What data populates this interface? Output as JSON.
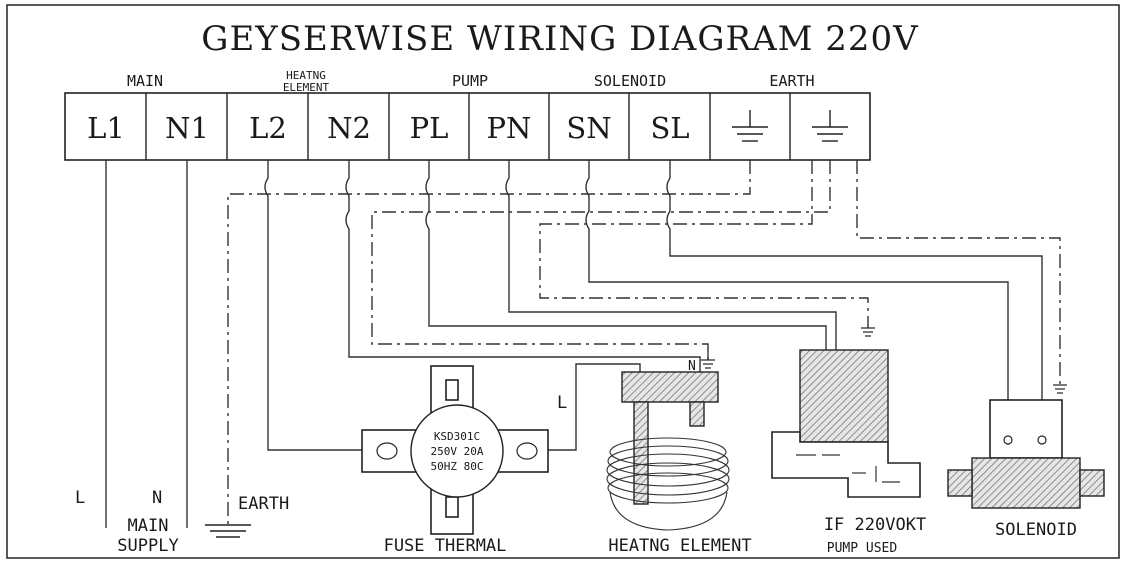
{
  "title": "GEYSERWISE WIRING DIAGRAM 220V",
  "groups": {
    "main": "MAIN",
    "heating_line1": "HEATNG",
    "heating_line2": "ELEMENT",
    "pump": "PUMP",
    "solenoid": "SOLENOID",
    "earth": "EARTH"
  },
  "terminals": [
    "L1",
    "N1",
    "L2",
    "N2",
    "PL",
    "PN",
    "SN",
    "SL"
  ],
  "supply": {
    "l": "L",
    "n": "N",
    "earth": "EARTH",
    "label_line1": "MAIN",
    "label_line2": "SUPPLY"
  },
  "fuse": {
    "line1": "KSD301C",
    "line2": "250V 20A",
    "line3": "50HZ 80C",
    "label": "FUSE THERMAL"
  },
  "element": {
    "l": "L",
    "n": "N",
    "label": "HEATNG ELEMENT"
  },
  "pump": {
    "label_line1": "IF 220VOKT",
    "label_line2": "PUMP USED"
  },
  "solenoid": {
    "label": "SOLENOID"
  },
  "colors": {
    "line": "#333333",
    "hatch": "#777777"
  }
}
